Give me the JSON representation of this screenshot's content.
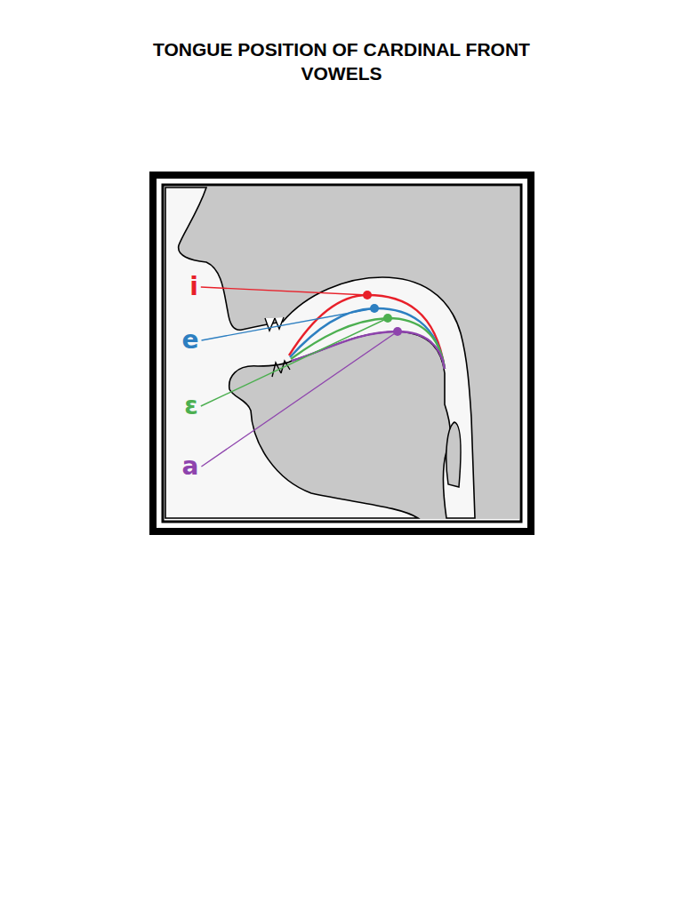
{
  "diagram": {
    "title": "TONGUE POSITION OF CARDINAL FRONT VOWELS",
    "labels": [
      "i",
      "e",
      "ɛ",
      "a"
    ]
  }
}
